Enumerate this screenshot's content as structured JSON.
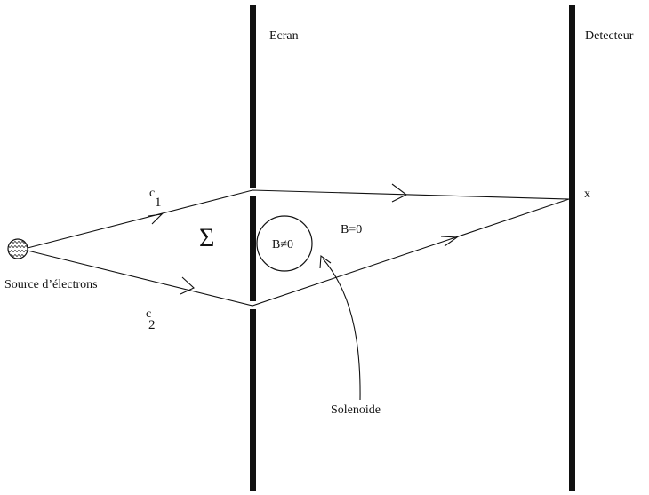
{
  "labels": {
    "screen": "Ecran",
    "detector": "Detecteur",
    "source": "Source d’électrons",
    "path1_letter": "c",
    "path1_index": "1",
    "path2_letter": "c",
    "path2_index": "2",
    "sigma": "Σ",
    "field_inside": "B≠0",
    "field_outside": "B=0",
    "solenoid": "Solenoide",
    "point": "x"
  },
  "colors": {
    "ink": "#111111",
    "background": "#ffffff"
  }
}
